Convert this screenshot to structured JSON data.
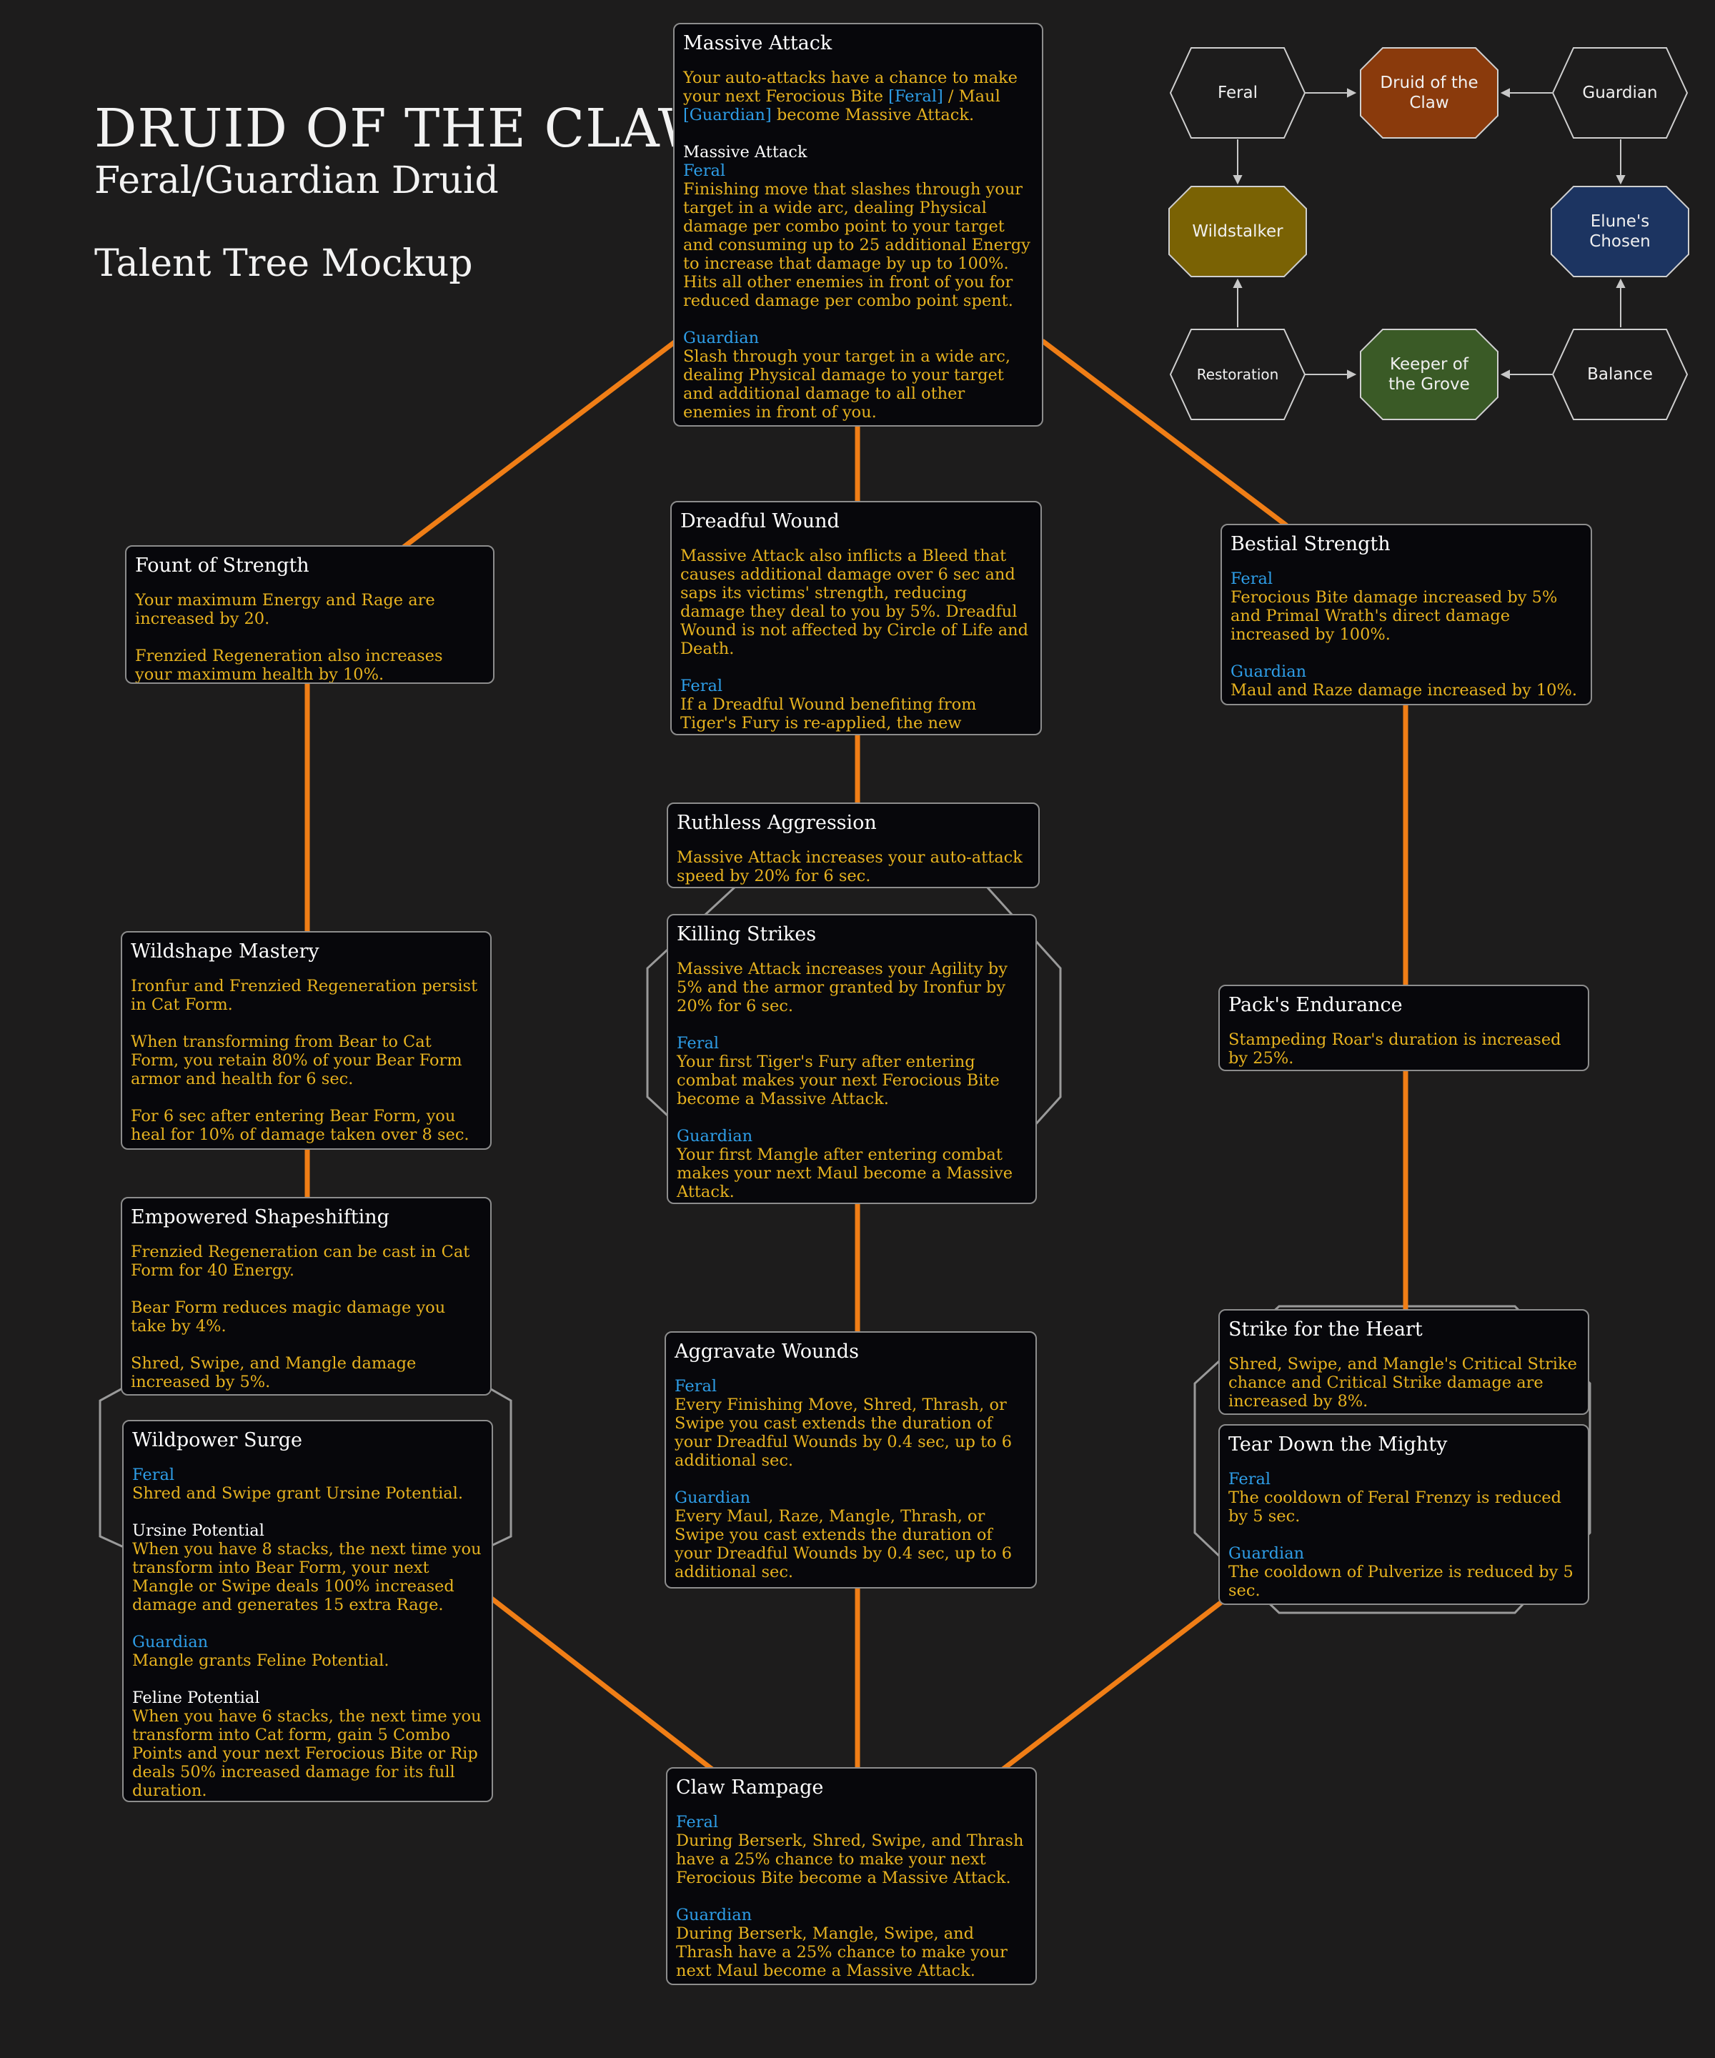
{
  "header": {
    "title": "DRUID OF THE CLAW",
    "subtitle": "Feral/Guardian Druid",
    "mockup": "Talent Tree Mockup"
  },
  "colors": {
    "background": "#1d1c1c",
    "connector": "#f07e16",
    "card_text": "#e6b21f",
    "spec_label": "#2e9ee8",
    "card_border": "#8d8d8d"
  },
  "spec_map": {
    "feral": "Feral",
    "druid_of_the_claw": "Druid of the Claw",
    "guardian": "Guardian",
    "wildstalker": "Wildstalker",
    "elunes_chosen": "Elune's Chosen",
    "restoration": "Restoration",
    "keeper_of_the_grove": "Keeper of the Grove",
    "balance": "Balance",
    "colors": {
      "druid_of_the_claw": "#8a3a0c",
      "wildstalker": "#7a6204",
      "elunes_chosen": "#1c3461",
      "keeper_of_the_grove": "#3a5a26"
    }
  },
  "talents": {
    "massive_attack": {
      "title": "Massive Attack",
      "intro_a": "Your auto-attacks have a chance to make your next Ferocious Bite ",
      "intro_feral": "[Feral]",
      "intro_b": " / Maul ",
      "intro_guardian": "[Guardian]",
      "intro_c": " become Massive Attack.",
      "sub_title": "Massive Attack",
      "feral_label": "Feral",
      "feral_text": "Finishing move that slashes through your target in a wide arc, dealing Physical damage per combo point to your target and consuming up to 25 additional Energy to increase that damage by up to 100%. Hits all other enemies in front of you for reduced damage per combo point spent.",
      "guardian_label": "Guardian",
      "guardian_text": "Slash through your target in a wide arc, dealing Physical damage to your target and additional damage to all other enemies in front of you."
    },
    "fount_of_strength": {
      "title": "Fount of Strength",
      "p1": "Your maximum Energy and Rage are increased by 20.",
      "p2": "Frenzied Regeneration also increases your maximum health by 10%."
    },
    "dreadful_wound": {
      "title": "Dreadful Wound",
      "p1": "Massive Attack also inflicts a Bleed that causes additional damage over 6 sec and saps its victims' strength, reducing damage they deal to you by 5%. Dreadful Wound is not affected by Circle of Life and Death.",
      "feral_label": "Feral",
      "feral_text": "If a Dreadful Wound benefiting from Tiger's Fury is re-applied, the new Dreadful Wound deals damage as if Tiger's Fury was active."
    },
    "bestial_strength": {
      "title": "Bestial Strength",
      "feral_label": "Feral",
      "feral_text": "Ferocious Bite damage increased by 5% and Primal Wrath's direct damage increased by 100%.",
      "guardian_label": "Guardian",
      "guardian_text": "Maul and Raze damage increased by 10%."
    },
    "ruthless_aggression": {
      "title": "Ruthless Aggression",
      "p1": "Massive Attack increases your auto-attack speed by 20% for 6 sec."
    },
    "killing_strikes": {
      "title": "Killing Strikes",
      "p1": "Massive Attack increases your Agility by 5% and the armor granted by Ironfur by 20% for 6 sec.",
      "feral_label": "Feral",
      "feral_text": "Your first Tiger's Fury after entering combat makes your next Ferocious Bite become a Massive Attack.",
      "guardian_label": "Guardian",
      "guardian_text": "Your first Mangle after entering combat makes your next Maul become a Massive Attack."
    },
    "wildshape_mastery": {
      "title": "Wildshape Mastery",
      "p1": "Ironfur and Frenzied Regeneration persist in Cat Form.",
      "p2": "When transforming from Bear to Cat Form, you retain 80% of your Bear Form armor and health for 6 sec.",
      "p3": "For 6 sec after entering Bear Form, you heal for 10% of damage taken over 8 sec."
    },
    "packs_endurance": {
      "title": "Pack's Endurance",
      "p1": "Stampeding Roar's duration is increased by 25%."
    },
    "empowered_shapeshifting": {
      "title": "Empowered Shapeshifting",
      "p1": "Frenzied Regeneration can be cast in Cat Form for 40 Energy.",
      "p2": "Bear Form reduces magic damage you take by 4%.",
      "p3": "Shred, Swipe, and Mangle damage increased by 5%."
    },
    "aggravate_wounds": {
      "title": "Aggravate Wounds",
      "feral_label": "Feral",
      "feral_text": "Every Finishing Move, Shred, Thrash, or Swipe you cast extends the duration of your Dreadful Wounds by 0.4 sec, up to 6 additional sec.",
      "guardian_label": "Guardian",
      "guardian_text": "Every Maul, Raze, Mangle, Thrash, or Swipe you cast extends the duration of your Dreadful Wounds by 0.4 sec, up to 6 additional sec."
    },
    "strike_for_the_heart": {
      "title": "Strike for the Heart",
      "p1": "Shred, Swipe, and Mangle's Critical Strike chance and Critical Strike damage are increased by 8%."
    },
    "wildpower_surge": {
      "title": "Wildpower Surge",
      "feral_label": "Feral",
      "feral_text": "Shred and Swipe grant Ursine Potential.",
      "ursine_label": "Ursine Potential",
      "ursine_text": "When you have 8 stacks, the next time you transform into Bear Form, your next Mangle or Swipe deals 100% increased damage and generates 15 extra Rage.",
      "guardian_label": "Guardian",
      "guardian_text": "Mangle grants Feline Potential.",
      "feline_label": "Feline Potential",
      "feline_text": "When you have 6 stacks, the next time you transform into Cat form, gain 5 Combo Points and your next Ferocious Bite or Rip deals 50% increased damage for its full duration."
    },
    "tear_down_the_mighty": {
      "title": "Tear Down the Mighty",
      "feral_label": "Feral",
      "feral_text": "The cooldown of Feral Frenzy is reduced by 5 sec.",
      "guardian_label": "Guardian",
      "guardian_text": "The cooldown of Pulverize is reduced by 5 sec."
    },
    "claw_rampage": {
      "title": "Claw Rampage",
      "feral_label": "Feral",
      "feral_text": "During Berserk, Shred, Swipe, and Thrash have a 25% chance to make your next Ferocious Bite become a Massive Attack.",
      "guardian_label": "Guardian",
      "guardian_text": "During Berserk, Mangle, Swipe, and Thrash have a 25% chance to make your next Maul become a Massive Attack."
    }
  }
}
